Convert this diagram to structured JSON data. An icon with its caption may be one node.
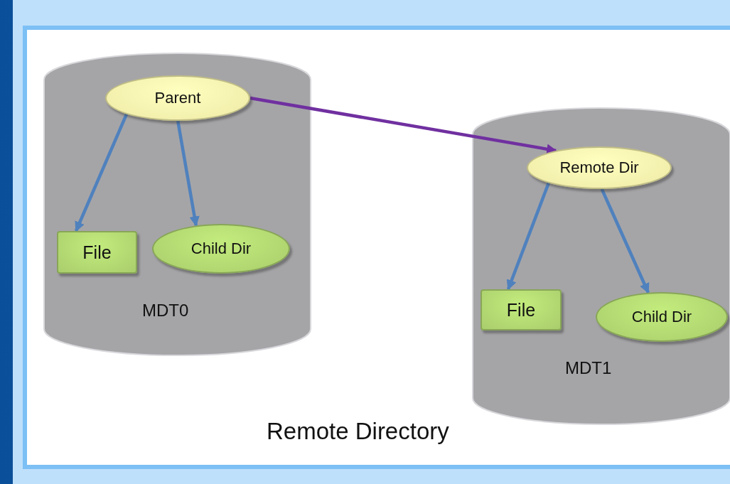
{
  "diagram": {
    "caption": "Remote Directory",
    "nodes": [
      {
        "text": [
          "MDT0"
        ]
      },
      {
        "text": [
          "Parent"
        ],
        "in": 0
      },
      {
        "text": [
          "File"
        ],
        "in": 0
      },
      {
        "text": [
          "Child Dir"
        ],
        "in": 0
      },
      {
        "text": [
          "MDT1"
        ]
      },
      {
        "text": [
          "Remote Dir"
        ],
        "in": 4
      },
      {
        "text": [
          "File"
        ],
        "in": 4
      },
      {
        "text": [
          "Child Dir"
        ],
        "in": 4
      }
    ],
    "edges": [
      {
        "from": 1,
        "to": 2,
        "arrow": "to"
      },
      {
        "from": 1,
        "to": 3,
        "arrow": "to"
      },
      {
        "from": 1,
        "to": 5,
        "arrow": "to",
        "color": "#7030a0"
      },
      {
        "from": 5,
        "to": 6,
        "arrow": "to"
      },
      {
        "from": 5,
        "to": 7,
        "arrow": "to"
      }
    ]
  }
}
